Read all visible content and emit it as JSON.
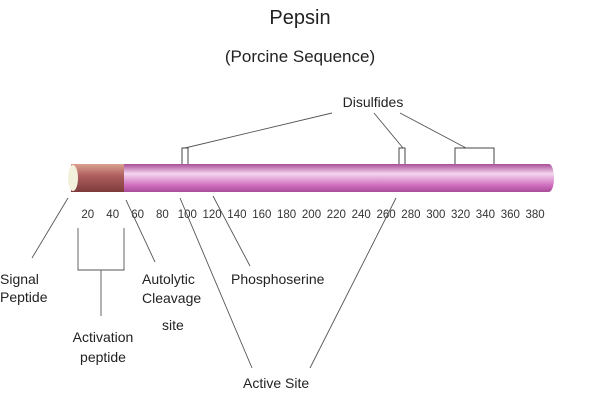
{
  "title": "Pepsin",
  "subtitle": "(Porcine Sequence)",
  "labels": {
    "disulfides": "Disulfides",
    "signal_peptide": [
      "Signal",
      "Peptide"
    ],
    "activation_peptide": [
      "Activation",
      "peptide"
    ],
    "autolytic_cleavage_site": [
      "Autolytic",
      "Cleavage",
      "site"
    ],
    "phosphoserine": "Phosphoserine",
    "active_site": "Active Site"
  },
  "axis": {
    "ticks": [
      20,
      40,
      60,
      80,
      100,
      120,
      140,
      160,
      180,
      200,
      220,
      240,
      260,
      280,
      300,
      320,
      340,
      360,
      380
    ]
  },
  "colors": {
    "bar_main": "#d070bf",
    "bar_highlight": "#f4d6ef",
    "bar_shadow": "#a94d98",
    "activation_segment": "#b06060",
    "signal_segment": "#f3f0dc"
  }
}
